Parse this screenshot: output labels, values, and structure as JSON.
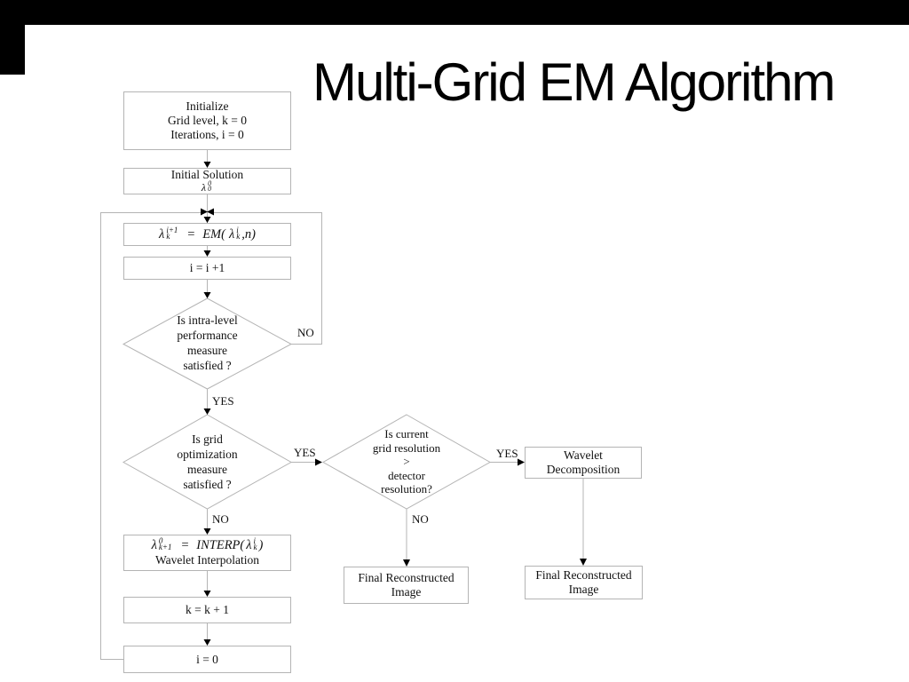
{
  "title": "Multi-Grid EM Algorithm",
  "nodes": {
    "init": {
      "lines": [
        "Initialize",
        "Grid level, k = 0",
        "Iterations, i = 0"
      ]
    },
    "initial_solution": {
      "label": "Initial Solution",
      "formula": {
        "lambda": "λ",
        "sup": "0",
        "sub": "0"
      }
    },
    "em_update": {
      "formula": {
        "lambda1": "λ",
        "sup1": "i+1",
        "sub1": "k",
        "equals": "=",
        "func": "EM(",
        "lambda2": "λ",
        "sup2": "i",
        "sub2": "k",
        "close": ",n)"
      }
    },
    "increment_i": {
      "label": "i = i +1"
    },
    "intra_level_decision": {
      "lines": [
        "Is intra-level",
        "performance",
        "measure",
        "satisfied ?"
      ]
    },
    "grid_opt_decision": {
      "lines": [
        "Is grid",
        "optimization",
        "measure",
        "satisfied ?"
      ]
    },
    "grid_res_decision": {
      "lines": [
        "Is current",
        "grid resolution",
        ">",
        "detector",
        "resolution?"
      ]
    },
    "interp": {
      "formula": {
        "lambda1": "λ",
        "sup1": "0",
        "sub1": "k+1",
        "equals": "=",
        "func": "INTERP(",
        "lambda2": "λ",
        "sup2": "i",
        "sub2": "k",
        "close": ")"
      },
      "caption": "Wavelet Interpolation"
    },
    "increment_k": {
      "label": "k = k + 1"
    },
    "reset_i": {
      "label": "i = 0"
    },
    "wavelet_decomp": {
      "lines": [
        "Wavelet",
        "Decomposition"
      ]
    },
    "final_image_left": {
      "lines": [
        "Final Reconstructed",
        "Image"
      ]
    },
    "final_image_right": {
      "lines": [
        "Final Reconstructed",
        "Image"
      ]
    }
  },
  "edge_labels": {
    "d1_no": "NO",
    "d1_yes": "YES",
    "d2_yes": "YES",
    "d2_no": "NO",
    "d3_yes": "YES",
    "d3_no": "NO"
  },
  "colors": {
    "background": "#ffffff",
    "line": "#b4b4b4",
    "arrow": "#000000",
    "text": "#111111",
    "edge_bar": "#000000"
  }
}
